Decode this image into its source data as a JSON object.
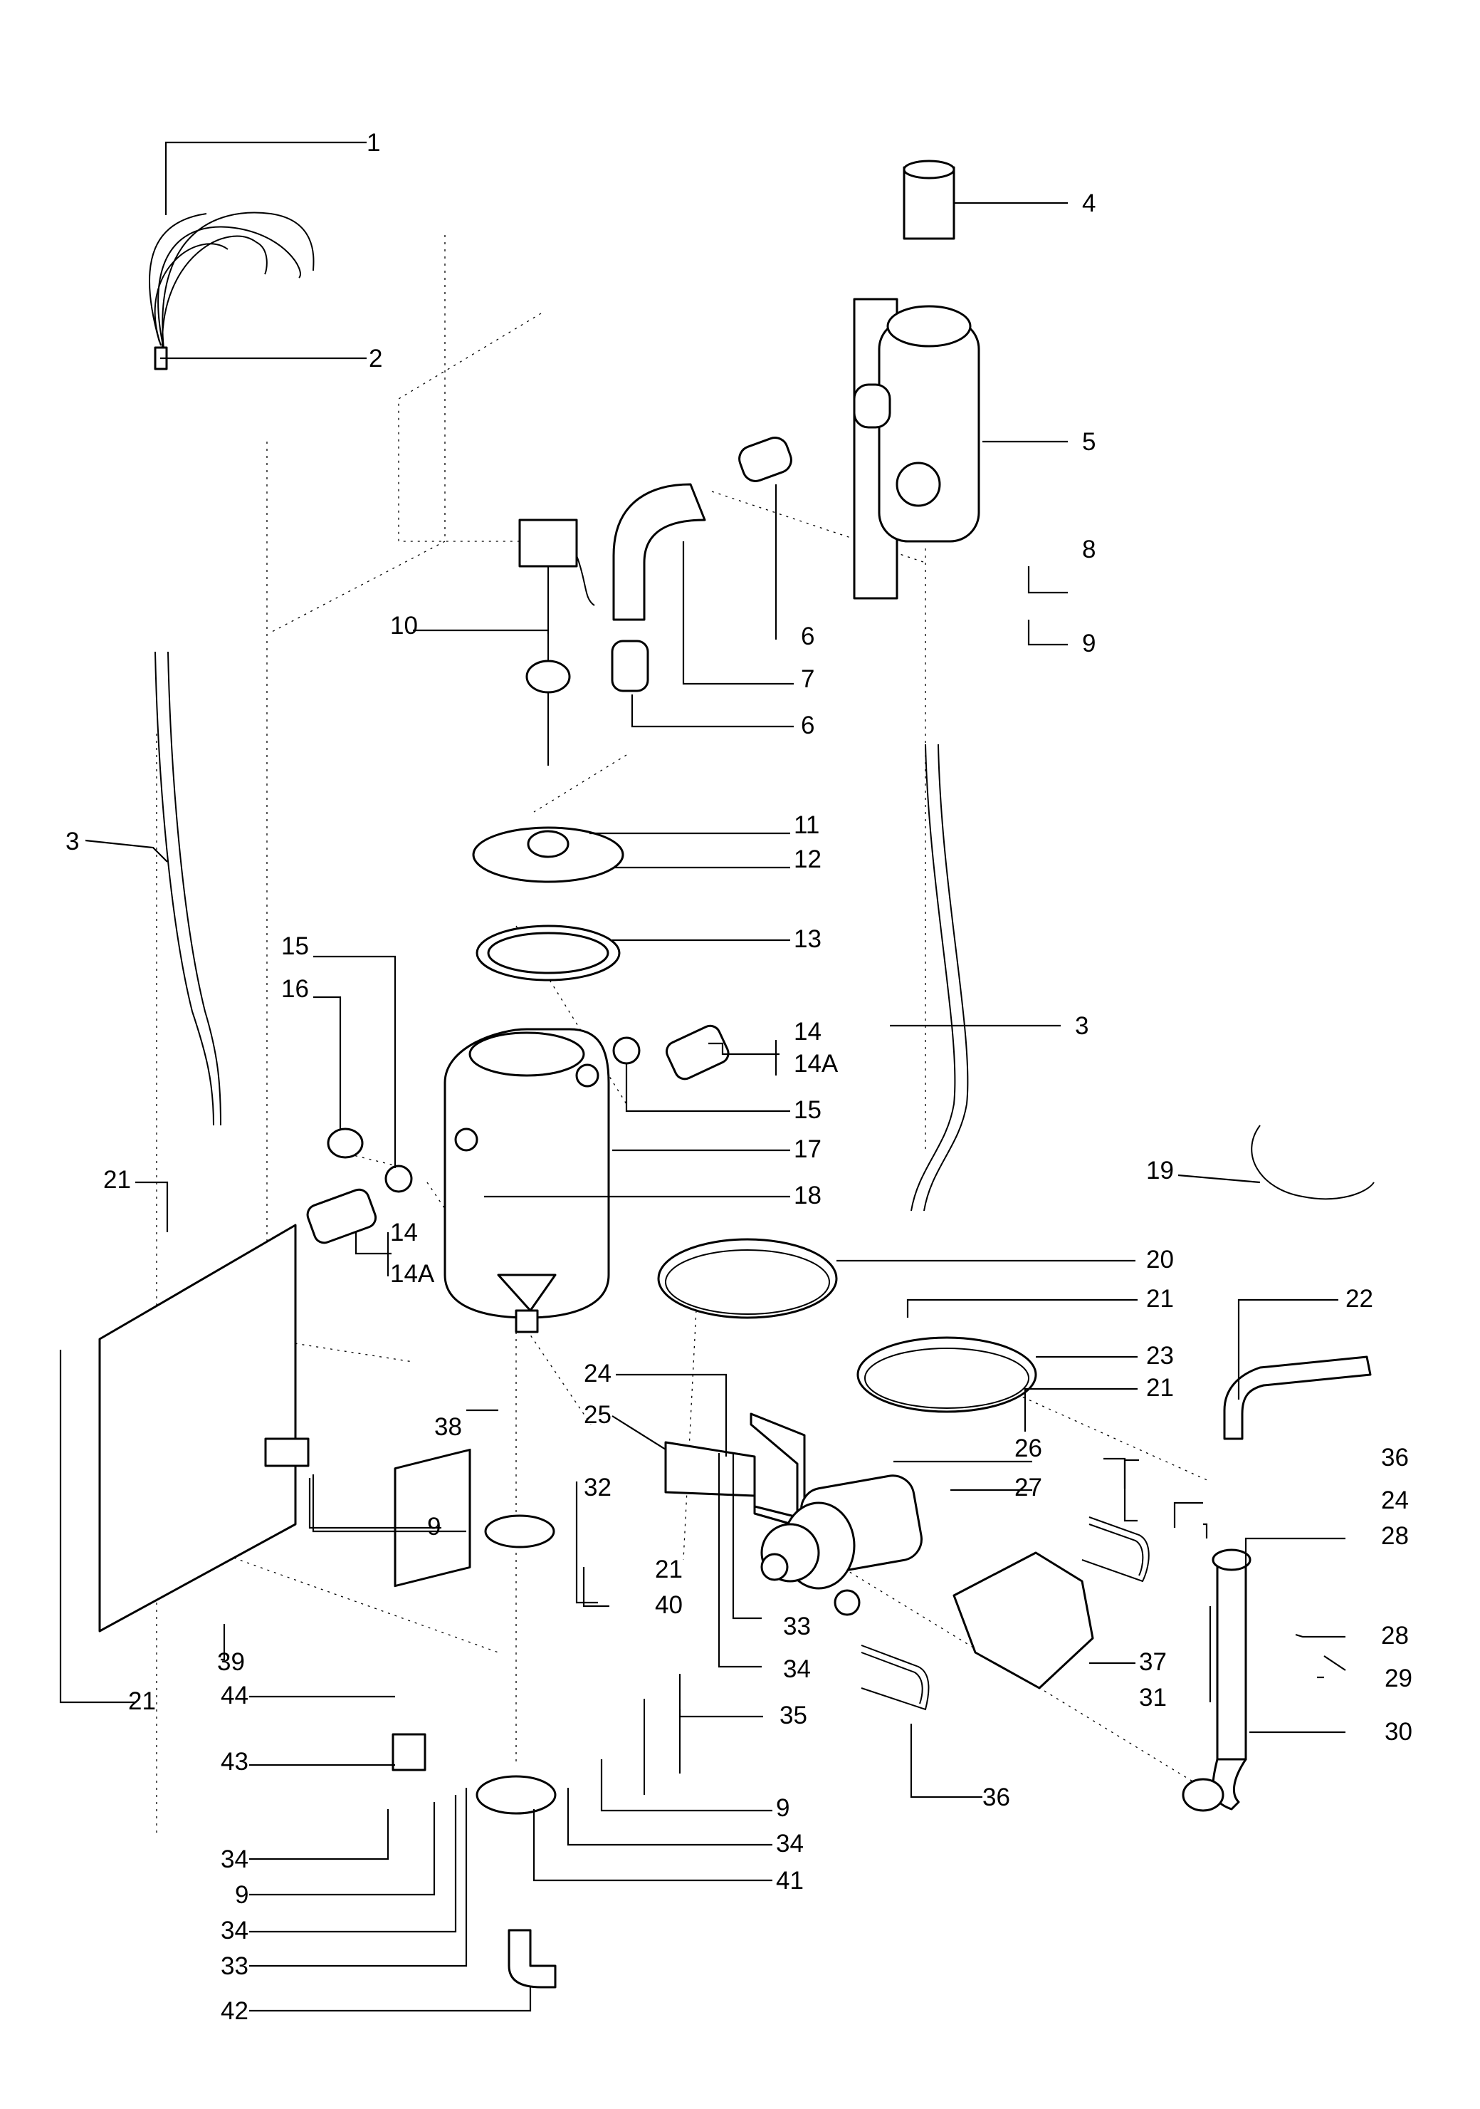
{
  "labels": {
    "l1": "1",
    "l2": "2",
    "l3a": "3",
    "l3b": "3",
    "l4": "4",
    "l5": "5",
    "l6a": "6",
    "l6b": "6",
    "l7": "7",
    "l8": "8",
    "l9a": "9",
    "l9b": "9",
    "l9c": "9",
    "l9d": "9",
    "l10": "10",
    "l11": "11",
    "l12": "12",
    "l13": "13",
    "l14a": "14",
    "l14Aa": "14A",
    "l14b": "14",
    "l14Ab": "14A",
    "l15a": "15",
    "l15b": "15",
    "l16": "16",
    "l17": "17",
    "l18": "18",
    "l19": "19",
    "l20": "20",
    "l21a": "21",
    "l21b": "21",
    "l21c": "21",
    "l21d": "21",
    "l21e": "21",
    "l22": "22",
    "l23": "23",
    "l24a": "24",
    "l24b": "24",
    "l25": "25",
    "l26": "26",
    "l27": "27",
    "l28a": "28",
    "l28b": "28",
    "l29": "29",
    "l30": "30",
    "l31": "31",
    "l32": "32",
    "l33a": "33",
    "l33b": "33",
    "l34a": "34",
    "l34b": "34",
    "l34c": "34",
    "l34d": "34",
    "l35": "35",
    "l36a": "36",
    "l36b": "36",
    "l37": "37",
    "l38": "38",
    "l39": "39",
    "l40": "40",
    "l41": "41",
    "l42": "42",
    "l43": "43",
    "l44": "44"
  }
}
